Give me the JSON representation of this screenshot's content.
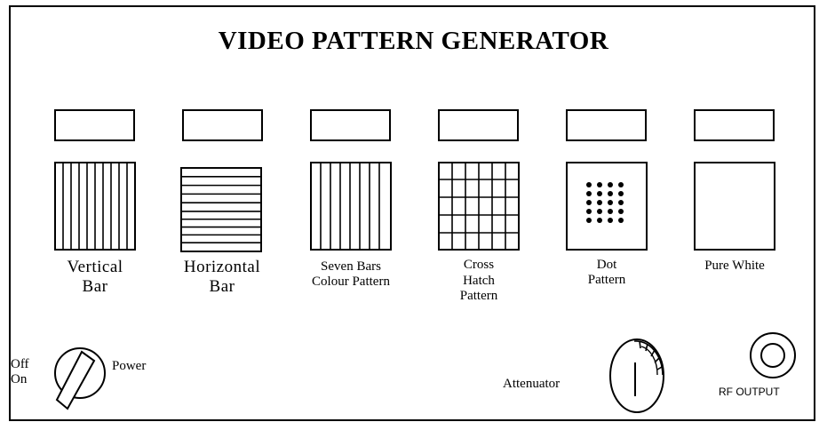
{
  "title": "VIDEO PATTERN GENERATOR",
  "patterns": [
    {
      "id": "vertical-bar",
      "lines": [
        "Vertical",
        "Bar"
      ],
      "icon": "vertical-bars-icon"
    },
    {
      "id": "horizontal-bar",
      "lines": [
        "Horizontal",
        "Bar"
      ],
      "icon": "horizontal-bars-icon"
    },
    {
      "id": "seven-bars",
      "lines": [
        "Seven Bars",
        "Colour Pattern"
      ],
      "icon": "seven-bars-icon"
    },
    {
      "id": "cross-hatch",
      "lines": [
        "Cross",
        "Hatch",
        "Pattern"
      ],
      "icon": "cross-hatch-icon"
    },
    {
      "id": "dot-pattern",
      "lines": [
        "Dot",
        "Pattern"
      ],
      "icon": "dot-grid-icon"
    },
    {
      "id": "pure-white",
      "lines": [
        "Pure White"
      ],
      "icon": "blank-square-icon"
    }
  ],
  "power": {
    "off_label": "Off",
    "on_label": "On",
    "label": "Power",
    "icon": "toggle-switch-icon"
  },
  "attenuator": {
    "label": "Attenuator",
    "icon": "rotary-knob-icon"
  },
  "rf_output": {
    "label": "RF OUTPUT",
    "icon": "connector-socket-icon"
  }
}
